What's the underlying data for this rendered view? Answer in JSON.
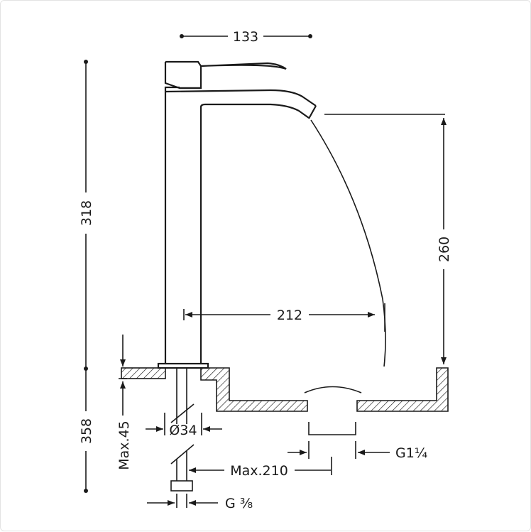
{
  "dimensions": {
    "width_top": "133",
    "total_height": "318",
    "spout_height": "260",
    "spout_reach": "212",
    "lower_height": "358",
    "max_deck": "Max.45",
    "hole_diameter": "Ø34",
    "max_hose": "Max.210",
    "drain_thread": "G1¼",
    "supply_thread": "G ³⁄₈"
  },
  "colors": {
    "line": "#1a1a1a",
    "background": "#ffffff"
  }
}
